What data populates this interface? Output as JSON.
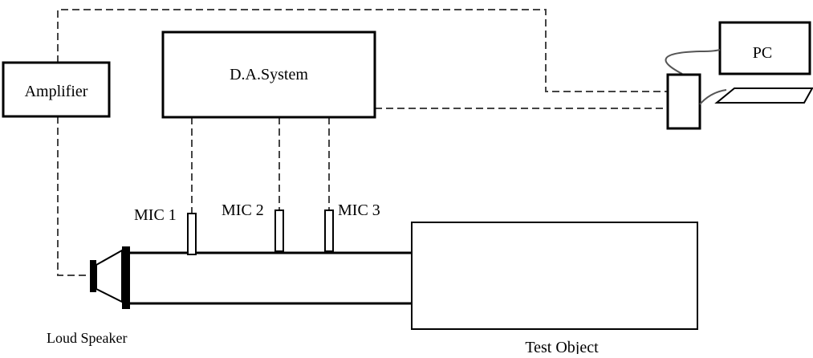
{
  "labels": {
    "amplifier": "Amplifier",
    "da_system": "D.A.System",
    "pc": "PC",
    "mic1": "MIC 1",
    "mic2": "MIC 2",
    "mic3": "MIC 3",
    "loud_speaker": "Loud Speaker",
    "test_object": "Test Object"
  }
}
